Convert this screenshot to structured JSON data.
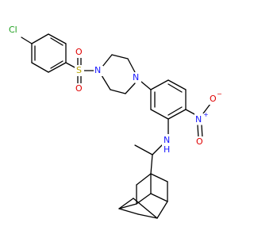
{
  "colors": {
    "bond": "#000000",
    "chlorine": "#1fa01f",
    "sulfur": "#b5a300",
    "oxygen": "#e00000",
    "nitrogen": "#1a1aff",
    "background": "#ffffff"
  },
  "atoms": {
    "chlorine": "Cl",
    "sulfonyl_s": "S",
    "sulfonyl_o_top": "O",
    "sulfonyl_o_bottom": "O",
    "piperazine_n_left": "N",
    "piperazine_n_right": "N",
    "nitro_n": "N",
    "nitro_n_charge": "+",
    "nitro_o_single": "O",
    "nitro_o_charge": "−",
    "nitro_o_double": "O",
    "amine_n": "N",
    "amine_h": "H"
  }
}
